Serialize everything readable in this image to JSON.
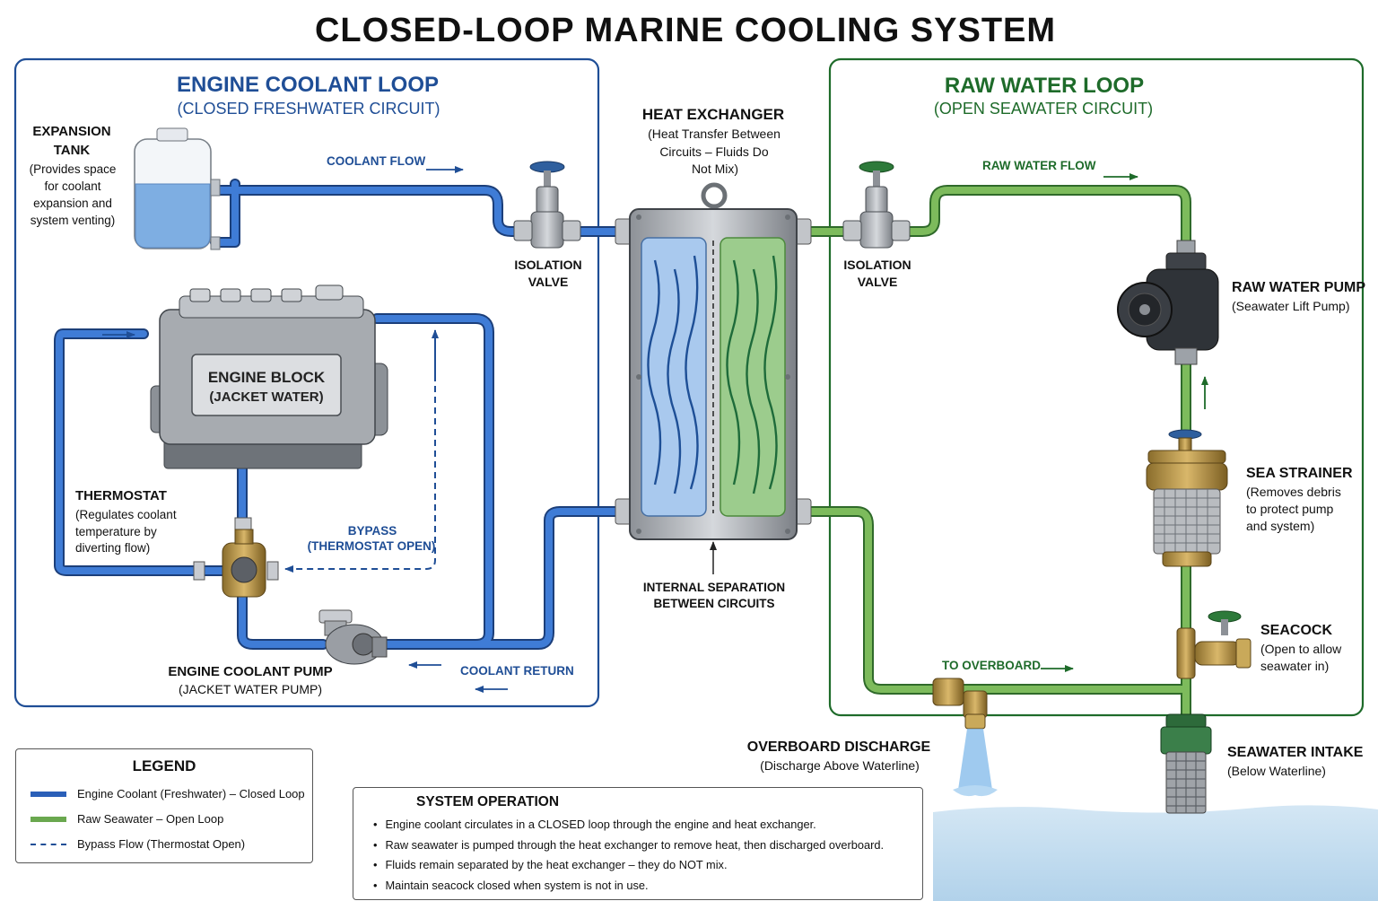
{
  "title": "CLOSED-LOOP MARINE COOLING SYSTEM",
  "coolant_loop": {
    "heading": "ENGINE COOLANT LOOP",
    "subheading": "(CLOSED FRESHWATER CIRCUIT)",
    "color": "#2a5fb8"
  },
  "raw_loop": {
    "heading": "RAW WATER LOOP",
    "subheading": "(OPEN SEAWATER CIRCUIT)",
    "color": "#6aa84f"
  },
  "components": {
    "expansion_tank": {
      "title1": "EXPANSION",
      "title2": "TANK",
      "desc": [
        "(Provides space",
        "for coolant",
        "expansion and",
        "system venting)"
      ]
    },
    "engine_block": {
      "line1": "ENGINE BLOCK",
      "line2": "(JACKET WATER)"
    },
    "thermostat": {
      "title": "THERMOSTAT",
      "desc": [
        "(Regulates coolant",
        "temperature by",
        "diverting flow)"
      ]
    },
    "coolant_pump": {
      "title": "ENGINE COOLANT PUMP",
      "sub": "(JACKET WATER PUMP)"
    },
    "isolation_valve_left": {
      "line1": "ISOLATION",
      "line2": "VALVE"
    },
    "isolation_valve_right": {
      "line1": "ISOLATION",
      "line2": "VALVE"
    },
    "heat_exchanger": {
      "title": "HEAT EXCHANGER",
      "desc": [
        "(Heat Transfer Between",
        "Circuits – Fluids Do",
        "Not Mix)"
      ]
    },
    "internal_separation": {
      "line1": "INTERNAL SEPARATION",
      "line2": "BETWEEN CIRCUITS"
    },
    "raw_water_pump": {
      "title": "RAW WATER PUMP",
      "sub": "(Seawater Lift Pump)"
    },
    "sea_strainer": {
      "title": "SEA STRAINER",
      "desc": [
        "(Removes debris",
        "to protect pump",
        "and system)"
      ]
    },
    "seacock": {
      "title": "SEACOCK",
      "desc": [
        "(Open to allow",
        "seawater in)"
      ]
    },
    "seawater_intake": {
      "title": "SEAWATER INTAKE",
      "sub": "(Below Waterline)"
    },
    "overboard_discharge": {
      "title": "OVERBOARD DISCHARGE",
      "sub": "(Discharge Above Waterline)"
    }
  },
  "flow_labels": {
    "coolant_flow": "COOLANT FLOW",
    "coolant_return": "COOLANT RETURN",
    "bypass1": "BYPASS",
    "bypass2": "(THERMOSTAT OPEN)",
    "raw_water_flow": "RAW WATER FLOW",
    "to_overboard": "TO OVERBOARD"
  },
  "legend": {
    "title": "LEGEND",
    "items": [
      {
        "label": "Engine Coolant (Freshwater) – Closed Loop",
        "color": "#2a5fb8",
        "style": "solid"
      },
      {
        "label": "Raw Seawater – Open Loop",
        "color": "#6aa84f",
        "style": "solid"
      },
      {
        "label": "Bypass Flow (Thermostat Open)",
        "color": "#1f4e96",
        "style": "dashed"
      }
    ]
  },
  "operation": {
    "title": "SYSTEM OPERATION",
    "items": [
      "Engine coolant circulates in a CLOSED loop through the engine and heat exchanger.",
      "Raw seawater is pumped through the heat exchanger to remove heat, then discharged overboard.",
      "Fluids remain separated by the heat exchanger – they do NOT mix.",
      "Maintain seacock closed when system is not in use."
    ]
  }
}
